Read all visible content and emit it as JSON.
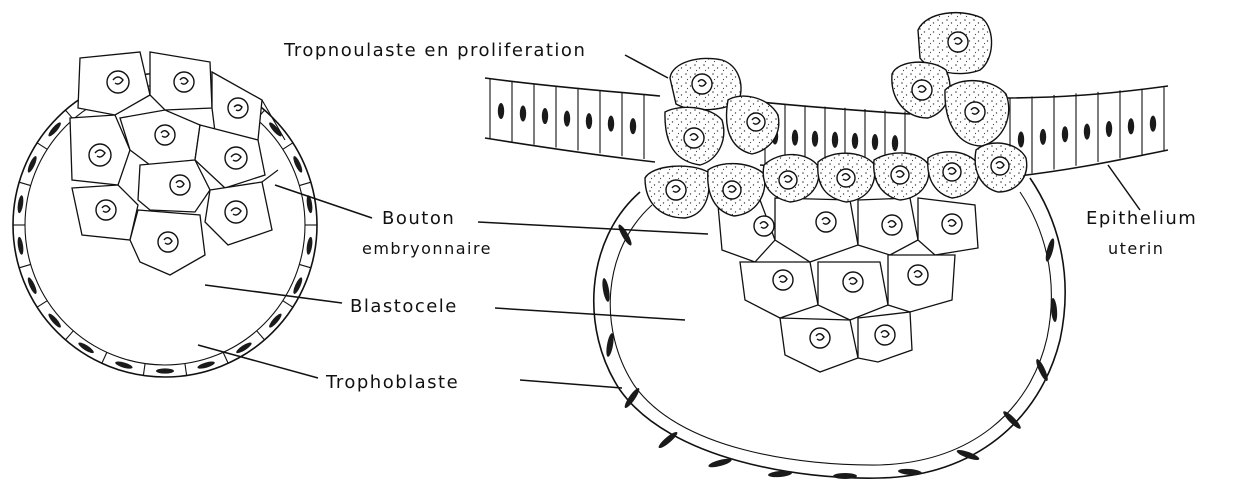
{
  "labels": {
    "trophoblast_proliferation": "Tropnoulaste en proliferation",
    "embryonic_button_line1": "Bouton",
    "embryonic_button_line2": "embryonnaire",
    "blastocoel": "Blastocele",
    "trophoblast": "Trophoblaste",
    "uterine_epithelium_line1": "Epithelium",
    "uterine_epithelium_line2": "uterin"
  }
}
